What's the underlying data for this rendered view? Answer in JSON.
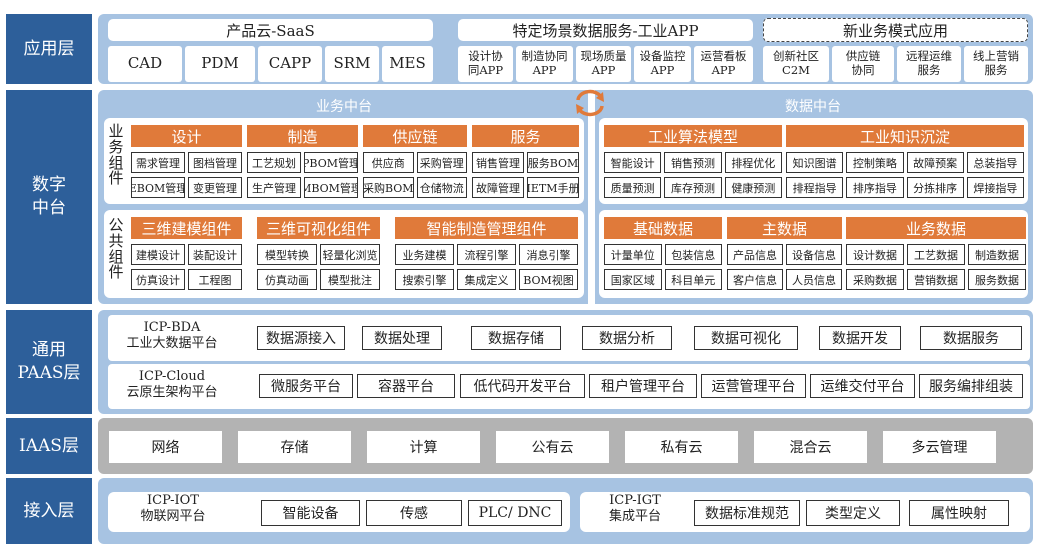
{
  "layers": {
    "app": "应用层",
    "digital": "数字\n中台",
    "paas": "通用\nPAAS层",
    "iaas": "IAAS层",
    "access": "接入层"
  },
  "app_layer": {
    "saas": {
      "title": "产品云-SaaS",
      "items": [
        "CAD",
        "PDM",
        "CAPP",
        "SRM",
        "MES"
      ]
    },
    "industrial_app": {
      "title": "特定场景数据服务-工业APP",
      "items": [
        "设计协\n同APP",
        "制造协同\nAPP",
        "现场质量\nAPP",
        "设备监控\nAPP",
        "运营看板\nAPP"
      ]
    },
    "new_model": {
      "title": "新业务模式应用",
      "items": [
        "创新社区\nC2M",
        "供应链\n协同",
        "远程运维\n服务",
        "线上营销\n服务"
      ]
    }
  },
  "digital_platform": {
    "business_title": "业务中台",
    "data_title": "数据中台",
    "sync_icon": "sync-arrows-icon",
    "business_components": {
      "label": "业务组件",
      "groups": [
        {
          "title": "设计",
          "items": [
            "需求管理",
            "图档管理",
            "EBOM管理",
            "变更管理"
          ]
        },
        {
          "title": "制造",
          "items": [
            "工艺规划",
            "PBOM管理",
            "生产管理",
            "MBOM管理"
          ]
        },
        {
          "title": "供应链",
          "items": [
            "供应商",
            "采购管理",
            "采购BOM",
            "仓储物流"
          ]
        },
        {
          "title": "服务",
          "items": [
            "销售管理",
            "服务BOM",
            "故障管理",
            "IETM手册"
          ]
        }
      ]
    },
    "common_components": {
      "label": "公共组件",
      "groups": [
        {
          "title": "三维建模组件",
          "items": [
            "建模设计",
            "装配设计",
            "仿真设计",
            "工程图"
          ]
        },
        {
          "title": "三维可视化组件",
          "items": [
            "模型转换",
            "轻量化浏览",
            "仿真动画",
            "模型批注"
          ]
        },
        {
          "title": "智能制造管理组件",
          "items": [
            "业务建模",
            "流程引擎",
            "消息引擎",
            "搜索引擎",
            "集成定义",
            "BOM视图"
          ]
        }
      ]
    },
    "data_models": {
      "groups": [
        {
          "title": "工业算法模型",
          "items": [
            "智能设计",
            "销售预测",
            "排程优化",
            "质量预测",
            "库存预测",
            "健康预测"
          ]
        },
        {
          "title": "工业知识沉淀",
          "items": [
            "知识图谱",
            "控制策略",
            "故障预案",
            "总装指导",
            "排程指导",
            "排序指导",
            "分拣排序",
            "焊接指导"
          ]
        }
      ]
    },
    "data_assets": {
      "groups": [
        {
          "title": "基础数据",
          "items": [
            "计量单位",
            "包装信息",
            "国家区域",
            "科目单元"
          ]
        },
        {
          "title": "主数据",
          "items": [
            "产品信息",
            "设备信息",
            "客户信息",
            "人员信息"
          ]
        },
        {
          "title": "业务数据",
          "items": [
            "设计数据",
            "工艺数据",
            "制造数据",
            "采购数据",
            "营销数据",
            "服务数据"
          ]
        }
      ]
    }
  },
  "paas": {
    "bda": {
      "name": "ICP-BDA",
      "desc": "工业大数据平台",
      "items": [
        "数据源接入",
        "数据处理",
        "数据存储",
        "数据分析",
        "数据可视化",
        "数据开发",
        "数据服务"
      ]
    },
    "cloud": {
      "name": "ICP-Cloud",
      "desc": "云原生架构平台",
      "items": [
        "微服务平台",
        "容器平台",
        "低代码开发平台",
        "租户管理平台",
        "运营管理平台",
        "运维交付平台",
        "服务编排组装"
      ]
    }
  },
  "iaas": {
    "items": [
      "网络",
      "存储",
      "计算",
      "公有云",
      "私有云",
      "混合云",
      "多云管理"
    ]
  },
  "access": {
    "iot": {
      "name": "ICP-IOT",
      "desc": "物联网平台",
      "items": [
        "智能设备",
        "传感",
        "PLC/ DNC"
      ]
    },
    "igt": {
      "name": "ICP-IGT",
      "desc": "集成平台",
      "items": [
        "数据标准规范",
        "类型定义",
        "属性映射"
      ]
    }
  },
  "colors": {
    "layer_label": "#2d5f9a",
    "band": "#a7c3e2",
    "iaas_band": "#b3b3b3",
    "orange": "#e07a3a"
  }
}
